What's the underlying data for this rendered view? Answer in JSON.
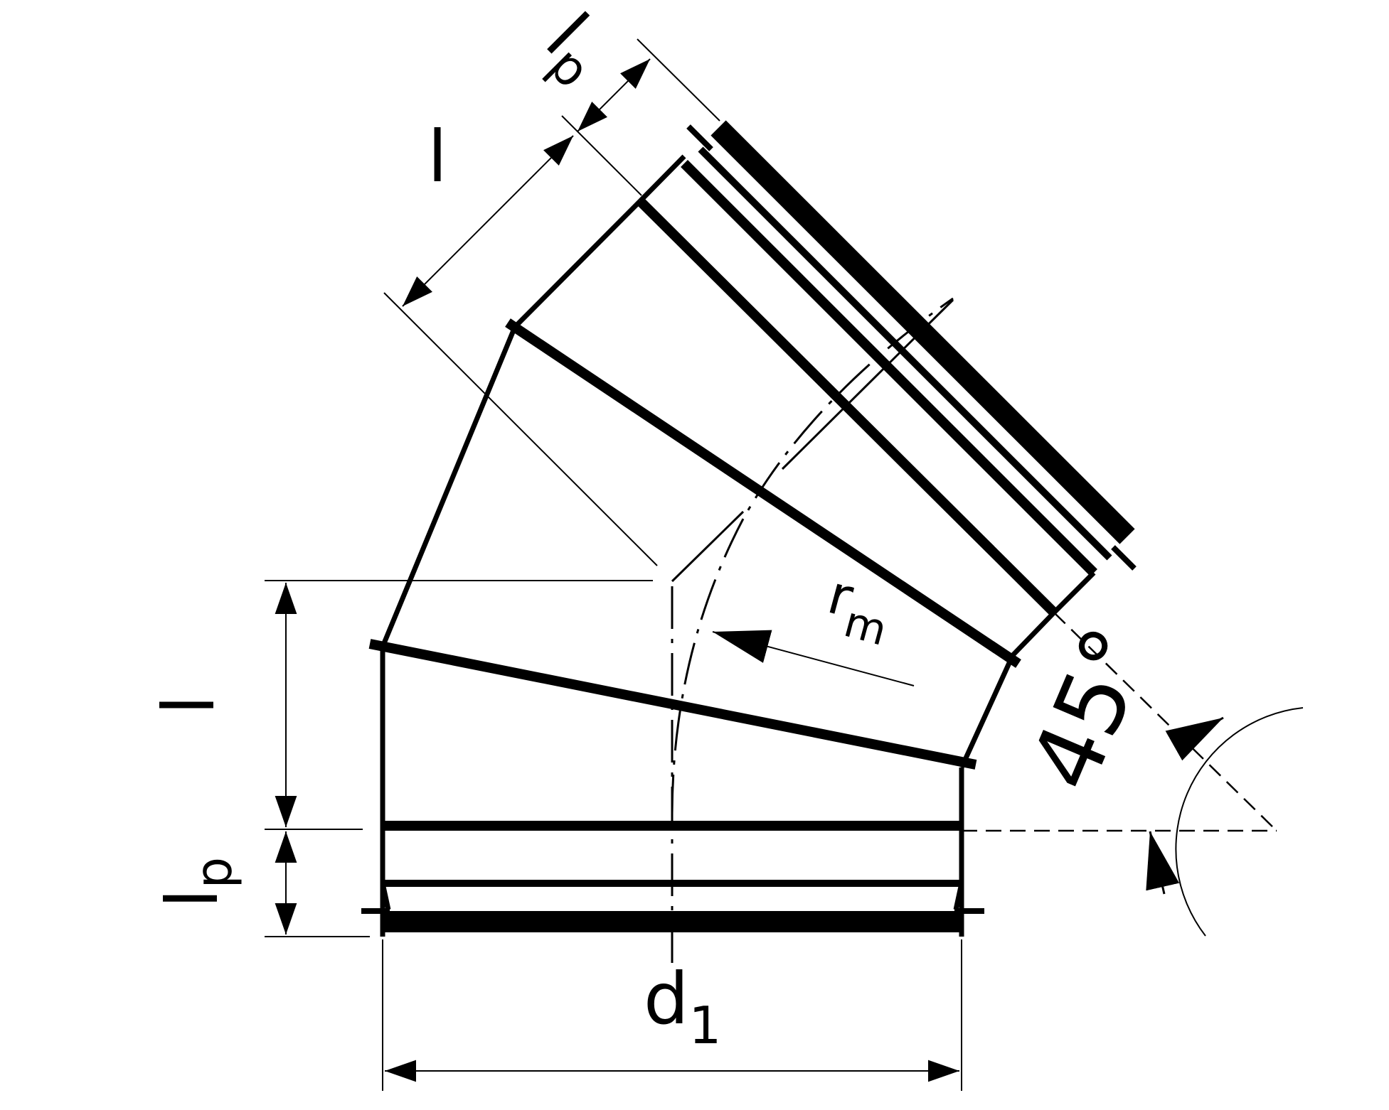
{
  "labels": {
    "l_upper": "l",
    "lp_upper_main": "l",
    "lp_upper_sub": "p",
    "l_left": "l",
    "lp_left_main": "l",
    "lp_left_sub": "p",
    "rm_main": "r",
    "rm_sub": "m",
    "d1_main": "d",
    "d1_sub": "1",
    "angle": "45°"
  },
  "colors": {
    "line": "#000000",
    "background": "#ffffff"
  }
}
